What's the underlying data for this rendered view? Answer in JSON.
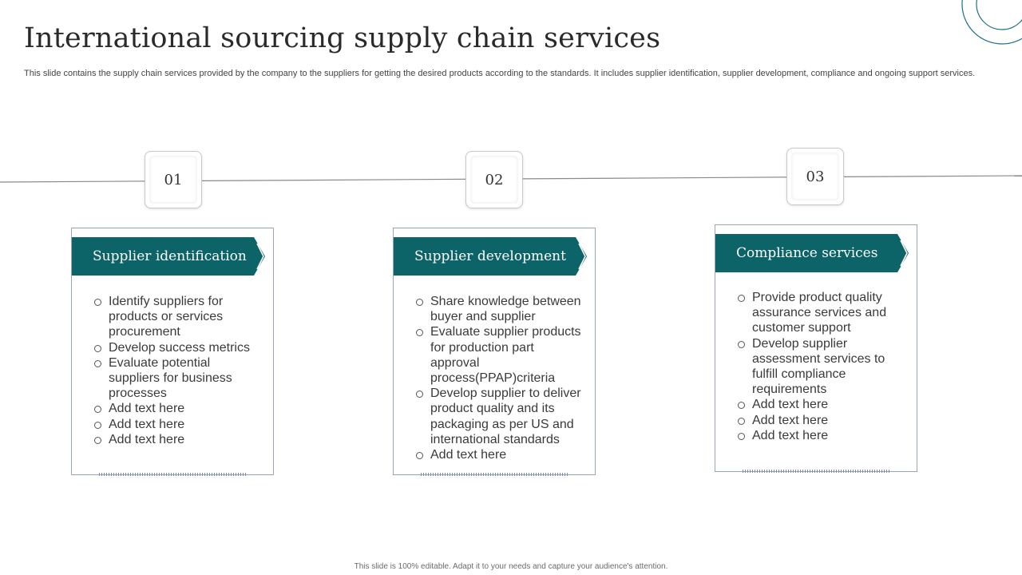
{
  "title": "International sourcing supply chain services",
  "subtitle": "This slide contains the supply chain services provided by the company to the suppliers for getting the desired products according to the standards. It includes supplier identification, supplier development, compliance and ongoing support services.",
  "accent_color": "#0c6468",
  "steps": [
    {
      "number": "01",
      "heading": "Supplier identification",
      "items": [
        "Identify  suppliers for products or services procurement",
        "Develop success metrics",
        "Evaluate potential suppliers for business processes",
        "Add text here",
        "Add text here",
        "Add text here"
      ]
    },
    {
      "number": "02",
      "heading": "Supplier development",
      "items": [
        "Share knowledge between buyer and supplier",
        "Evaluate supplier products for production part approval process(PPAP)criteria",
        "Develop supplier to deliver product quality and its packaging as per US and international standards",
        "Add text here"
      ]
    },
    {
      "number": "03",
      "heading": "Compliance services",
      "items": [
        "Provide product quality assurance services and customer support",
        "Develop supplier assessment services to fulfill compliance requirements",
        " Add text here",
        "Add text here",
        "Add text here"
      ]
    }
  ],
  "footer": "This slide is 100% editable.  Adapt it to your needs and capture your audience's attention."
}
